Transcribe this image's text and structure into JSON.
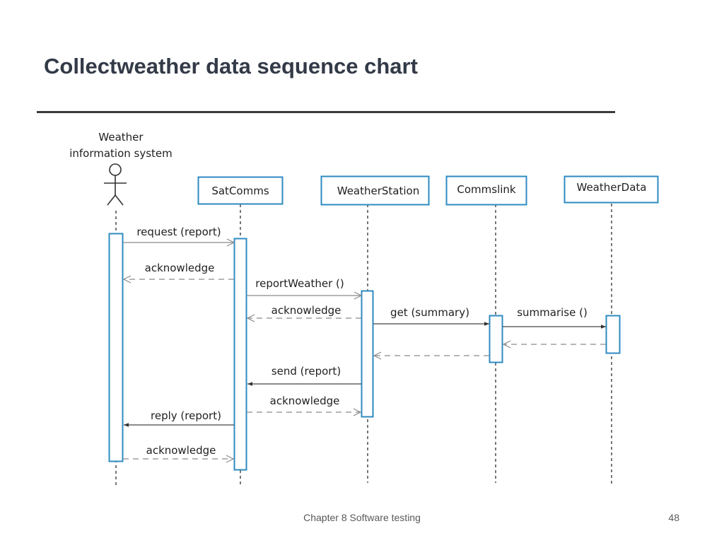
{
  "slide": {
    "title": "Collectweather data sequence chart"
  },
  "diagram": {
    "actor": {
      "label_line1": "Weather",
      "label_line2": "information system"
    },
    "objects": [
      "SatComms",
      "WeatherStation",
      "Commslink",
      "WeatherData"
    ],
    "messages": [
      {
        "label": "request (report)",
        "from": "Weather information system",
        "to": "SatComms",
        "kind": "call"
      },
      {
        "label": "acknowledge",
        "from": "SatComms",
        "to": "Weather information system",
        "kind": "return"
      },
      {
        "label": "reportWeather ()",
        "from": "SatComms",
        "to": "WeatherStation",
        "kind": "call"
      },
      {
        "label": "acknowledge",
        "from": "WeatherStation",
        "to": "SatComms",
        "kind": "return"
      },
      {
        "label": "get (summary)",
        "from": "WeatherStation",
        "to": "Commslink",
        "kind": "call"
      },
      {
        "label": "summarise ()",
        "from": "Commslink",
        "to": "WeatherData",
        "kind": "call"
      },
      {
        "label": "",
        "from": "WeatherData",
        "to": "Commslink",
        "kind": "return"
      },
      {
        "label": "",
        "from": "Commslink",
        "to": "WeatherStation",
        "kind": "return"
      },
      {
        "label": "send (report)",
        "from": "WeatherStation",
        "to": "SatComms",
        "kind": "call"
      },
      {
        "label": "acknowledge",
        "from": "SatComms",
        "to": "WeatherStation",
        "kind": "return"
      },
      {
        "label": "reply (report)",
        "from": "SatComms",
        "to": "Weather information system",
        "kind": "call"
      },
      {
        "label": "acknowledge",
        "from": "Weather information system",
        "to": "SatComms",
        "kind": "return"
      }
    ]
  },
  "footer": {
    "chapter": "Chapter 8 Software testing",
    "page": "48"
  },
  "colors": {
    "box_border": "#2e8bc0",
    "title": "#333a47",
    "rule": "#3a3a3a",
    "line": "#555555",
    "arrow_solid": "#444444",
    "arrow_dashed": "#8a8a8a"
  }
}
